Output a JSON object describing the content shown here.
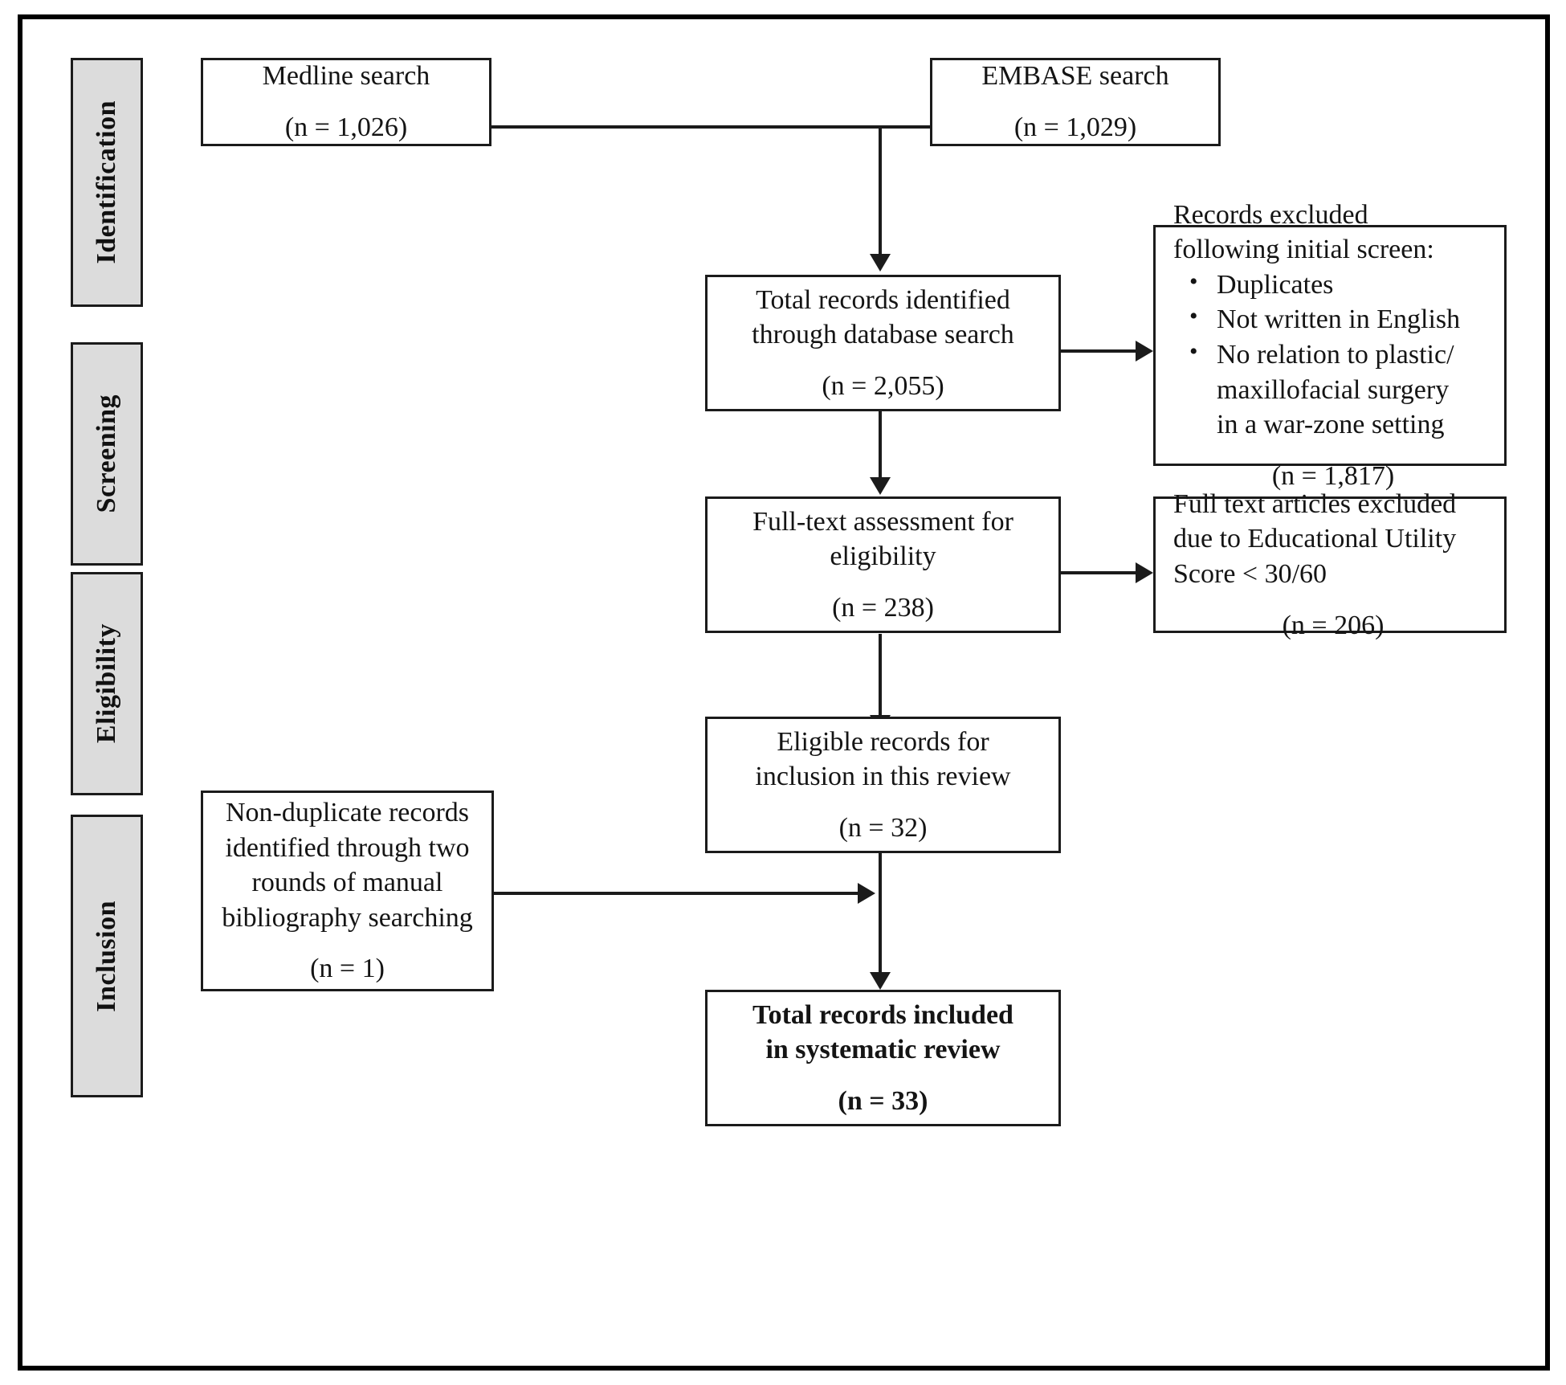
{
  "figure": {
    "type": "prisma-flow-diagram",
    "stages": [
      {
        "id": "identification",
        "label": "Identification"
      },
      {
        "id": "screening",
        "label": "Screening"
      },
      {
        "id": "eligibility",
        "label": "Eligibility"
      },
      {
        "id": "inclusion",
        "label": "Inclusion"
      }
    ],
    "boxes": {
      "medline": {
        "lines": [
          "Medline search"
        ],
        "count": "(n = 1,026)"
      },
      "embase": {
        "lines": [
          "EMBASE search"
        ],
        "count": "(n = 1,029)"
      },
      "total_records": {
        "lines": [
          "Total records identified",
          "through database search"
        ],
        "count": "(n = 2,055)"
      },
      "records_excluded": {
        "lines": [
          "Records excluded",
          "following initial screen:"
        ],
        "bullets": [
          {
            "text": "Duplicates",
            "extra": []
          },
          {
            "text": "Not written in English",
            "extra": []
          },
          {
            "text": "No relation to plastic/",
            "extra": [
              "maxillofacial surgery",
              "in a war-zone setting"
            ]
          }
        ],
        "count": "(n = 1,817)"
      },
      "full_text_assessment": {
        "lines": [
          "Full-text assessment for",
          "eligibility"
        ],
        "count": "(n = 238)"
      },
      "full_text_excluded": {
        "lines": [
          "Full text articles excluded",
          "due to Educational Utility",
          "Score < 30/60"
        ],
        "count": "(n = 206)"
      },
      "eligible_records": {
        "lines": [
          "Eligible records for",
          "inclusion in this review"
        ],
        "count": "(n = 32)"
      },
      "non_duplicate_records": {
        "lines": [
          "Non-duplicate records",
          "identified through two",
          "rounds of manual",
          "bibliography searching"
        ],
        "count": "(n = 1)"
      },
      "total_included": {
        "lines": [
          "Total records included",
          "in systematic review"
        ],
        "count": "(n = 33)"
      }
    },
    "colors": {
      "stage_fill": "#dcdcdc",
      "border": "#1b1b1b",
      "frame": "#000000",
      "background": "#ffffff"
    }
  }
}
